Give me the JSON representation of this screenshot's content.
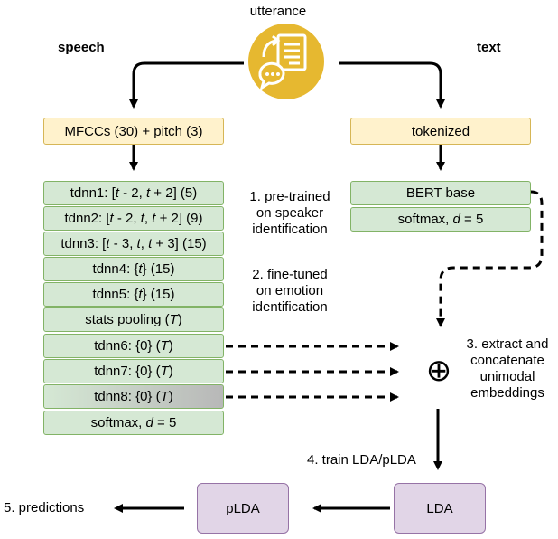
{
  "top": {
    "utterance": "utterance",
    "speech": "speech",
    "text": "text"
  },
  "speech_input": "MFCCs (30) + pitch (3)",
  "text_input": "tokenized",
  "tdnn_layers": [
    "tdnn1: [t - 2, t + 2] (5)",
    "tdnn2: [t - 2, t, t + 2] (9)",
    "tdnn3: [t - 3, t, t + 3] (15)",
    "tdnn4: {t} (15)",
    "tdnn5: {t} (15)",
    "stats pooling (T)",
    "tdnn6: {0} (T)",
    "tdnn7: {0} (T)",
    "tdnn8: {0} (T)",
    "softmax, d = 5"
  ],
  "bert_layers": [
    "BERT base",
    "softmax, d = 5"
  ],
  "steps": {
    "step1": [
      "1. pre-trained",
      "on speaker",
      "identification"
    ],
    "step2": [
      "2. fine-tuned",
      "on emotion",
      "identification"
    ],
    "step3": [
      "3. extract and",
      "concatenate",
      "unimodal",
      "embeddings"
    ],
    "step4": "4. train LDA/pLDA",
    "step5": "5. predictions"
  },
  "concat_symbol": "⊕",
  "lda": "LDA",
  "plda": "pLDA",
  "colors": {
    "green_fill": "#d5e8d4",
    "yellow_fill": "#fff2cc",
    "purple_fill": "#e1d5e7",
    "icon_gold": "#e6b830"
  }
}
